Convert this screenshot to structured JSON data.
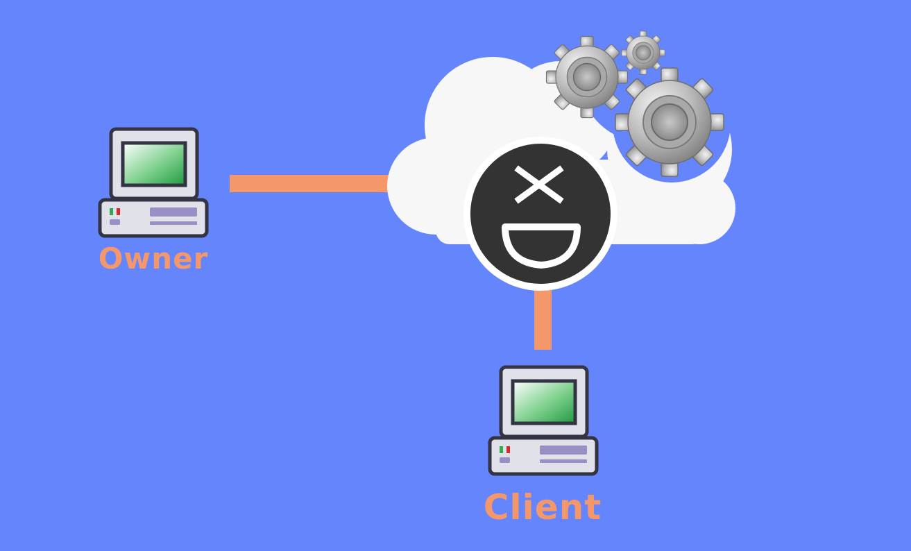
{
  "colors": {
    "background": "#6585fc",
    "connector": "#f4976a",
    "label": "#f4976a",
    "cloud": "#f7f7f7",
    "logo_fill": "#333333",
    "logo_ring": "#ffffff",
    "gear": "#b3b3b3",
    "computer_case": "#e1e1ea",
    "computer_outline": "#333344",
    "screen": "#2ea84e",
    "panel": "#9a8fc4"
  },
  "nodes": {
    "owner": {
      "label": "Owner",
      "icon": "desktop-computer-icon"
    },
    "client": {
      "label": "Client",
      "icon": "desktop-computer-icon"
    },
    "cloud": {
      "icon": "cloud-icon",
      "logo": "xd-logo-icon",
      "decoration": "gears-icon"
    }
  },
  "edges": [
    {
      "from": "owner",
      "to": "cloud"
    },
    {
      "from": "cloud",
      "to": "client"
    }
  ]
}
